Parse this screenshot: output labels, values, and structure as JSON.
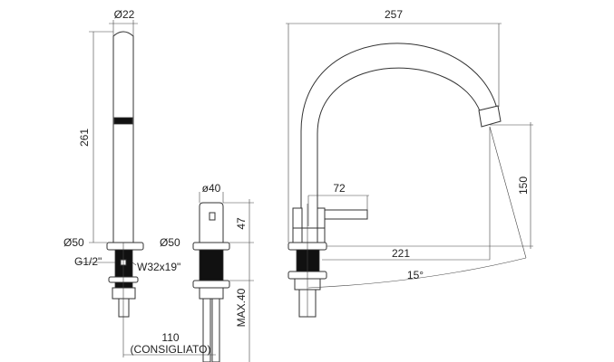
{
  "labels": {
    "spout_diameter": "Ø22",
    "spout_height": "261",
    "spout_base_diameter": "Ø50",
    "spout_thread": "G1/2\"",
    "spout_nut": "W32x19\"",
    "spacing": "110",
    "spacing_note": "(CONSIGLIATO)",
    "mixer_diameter": "ø40",
    "mixer_height": "47",
    "mixer_base_diameter": "Ø50",
    "max_deck": "MAX.40",
    "faucet_width": "257",
    "handle_length": "72",
    "reach": "221",
    "outlet_height": "150",
    "angle": "15°"
  }
}
